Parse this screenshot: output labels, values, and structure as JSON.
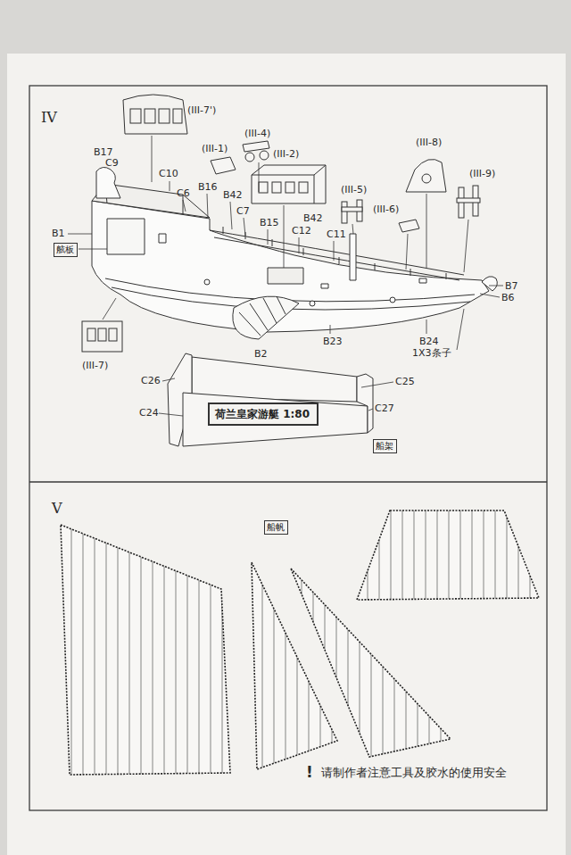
{
  "diagram": {
    "nodes": [
      {
        "text": [
          "舷板"
        ]
      },
      {
        "text": [
          "荷兰皇家游艇 1:80"
        ]
      },
      {
        "text": [
          "船架"
        ]
      },
      {
        "text": [
          "船帆"
        ]
      }
    ],
    "labels": [
      "IV",
      "(III-7')",
      "(III-4)",
      "(III-1)",
      "(III-2)",
      "(III-8)",
      "(III-9)",
      "B17",
      "C9",
      "C10",
      "B16",
      "C6",
      "B42",
      "C7",
      "B15",
      "B42",
      "C12",
      "(III-5)",
      "(III-6)",
      "C11",
      "B1",
      "B7",
      "B6",
      "B2",
      "B23",
      "B24",
      "1X3条子",
      "(III-7)",
      "C26",
      "C25",
      "C24",
      "C27",
      "V",
      "!",
      "请制作者注意工具及胶水的使用安全"
    ]
  }
}
